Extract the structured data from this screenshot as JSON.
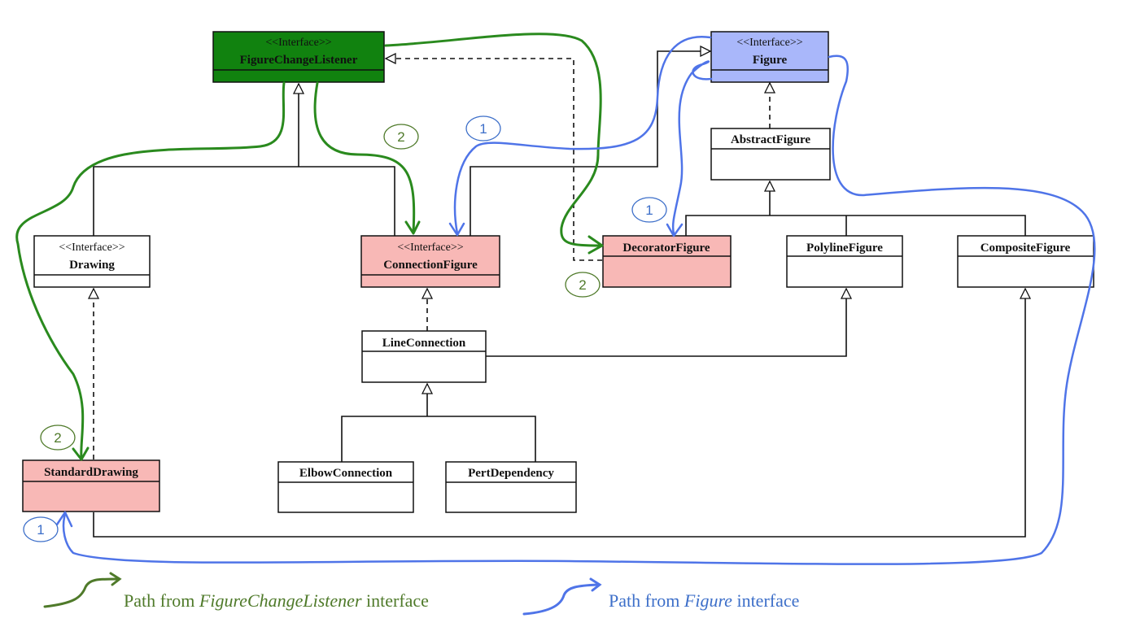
{
  "colors": {
    "green_path": "#2a8a1e",
    "blue_path": "#4f74e8",
    "green_badge": "#4f7a2a",
    "blue_badge": "#3d6fc9",
    "interface_green": "#11820f",
    "interface_blue": "#a9b7fa",
    "highlight_pink": "#f8b8b6",
    "plain": "#ffffff"
  },
  "classes": {
    "figure_change_listener": {
      "stereotype": "<<Interface>>",
      "name": "FigureChangeListener"
    },
    "figure": {
      "stereotype": "<<Interface>>",
      "name": "Figure"
    },
    "abstract_figure": {
      "name": "AbstractFigure"
    },
    "drawing": {
      "stereotype": "<<Interface>>",
      "name": "Drawing"
    },
    "connection_figure": {
      "stereotype": "<<Interface>>",
      "name": "ConnectionFigure"
    },
    "decorator_figure": {
      "name": "DecoratorFigure"
    },
    "polyline_figure": {
      "name": "PolylineFigure"
    },
    "composite_figure": {
      "name": "CompositeFigure"
    },
    "line_connection": {
      "name": "LineConnection"
    },
    "standard_drawing": {
      "name": "StandardDrawing"
    },
    "elbow_connection": {
      "name": "ElbowConnection"
    },
    "pert_dependency": {
      "name": "PertDependency"
    }
  },
  "badges": {
    "green_connection": "2",
    "green_decorator": "2",
    "green_standard": "2",
    "blue_connection": "1",
    "blue_decorator": "1",
    "blue_standard": "1"
  },
  "legend": {
    "green": {
      "prefix": "Path from ",
      "emphasis": "FigureChangeListener",
      "suffix": " interface"
    },
    "blue": {
      "prefix": "Path from ",
      "emphasis": "Figure",
      "suffix": " interface"
    }
  }
}
